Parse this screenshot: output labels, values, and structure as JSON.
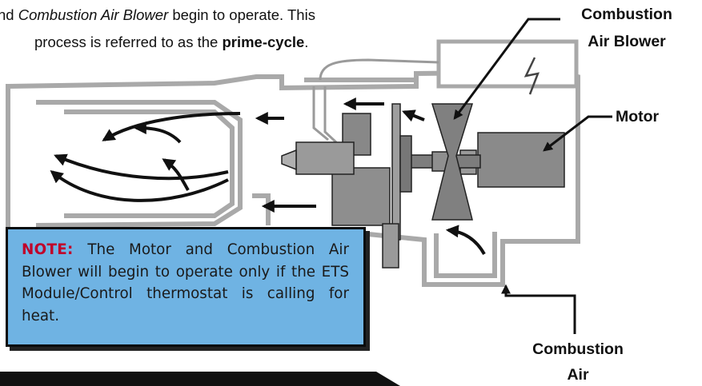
{
  "caption": {
    "line1_prefix": "nd ",
    "line1_italic": "Combustion Air Blower",
    "line1_suffix": " begin to operate.  This",
    "line2_prefix": "process is referred to as the ",
    "line2_bold": "prime-cycle",
    "line2_suffix": "."
  },
  "labels": {
    "blower_line1": "Combustion",
    "blower_line2": "Air Blower",
    "motor": "Motor",
    "air_line1": "Combustion",
    "air_line2": "Air"
  },
  "note": {
    "heading": "NOTE:",
    "body": " The Motor and Combustion Air Blower will begin to operate only if the ETS Module/Control thermostat is calling for heat."
  },
  "colors": {
    "housing": "#a9a9a9",
    "component": "#808080",
    "arrow": "#111111",
    "note_bg": "#6fb3e3",
    "note_heading": "#c0002a"
  }
}
